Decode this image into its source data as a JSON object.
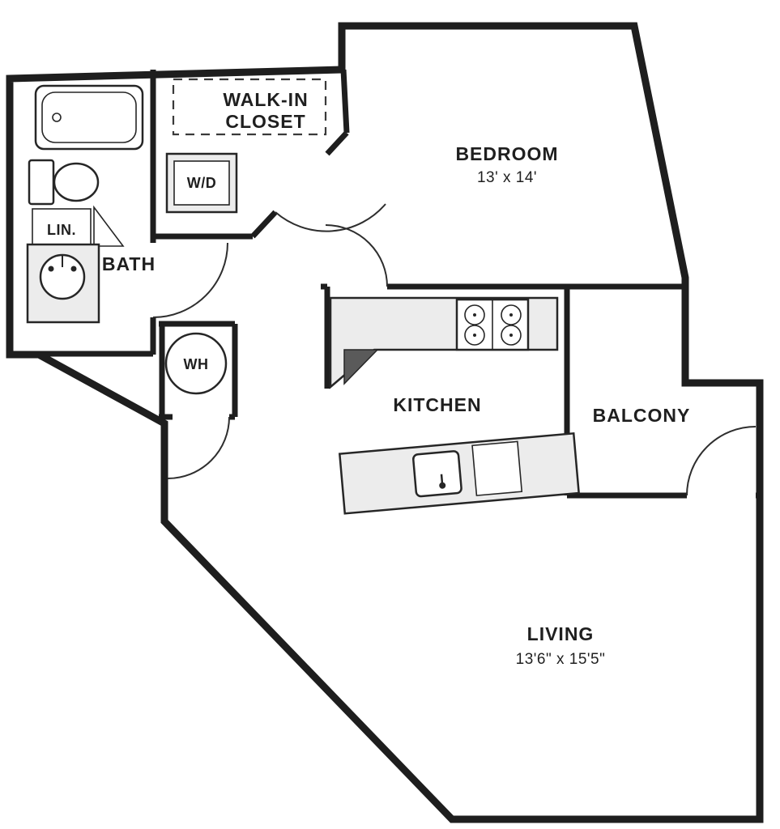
{
  "page": {
    "background": "#ffffff"
  },
  "floorplan": {
    "type": "one-bedroom apartment floor plan",
    "colors": {
      "wall": "#1e1e1e",
      "fixture_fill": "#ececec",
      "text": "#1f1f1f",
      "dark_wedge": "#5a5a5a"
    },
    "rooms": {
      "walk_in_closet": {
        "label_line1": "WALK-IN",
        "label_line2": "CLOSET"
      },
      "bedroom": {
        "label": "BEDROOM",
        "dimensions": "13' x 14'"
      },
      "bath": {
        "label": "BATH"
      },
      "linen": {
        "label": "LIN."
      },
      "washer_dryer": {
        "label": "W/D"
      },
      "water_heater": {
        "label": "WH"
      },
      "kitchen": {
        "label": "KITCHEN"
      },
      "balcony": {
        "label": "BALCONY"
      },
      "living": {
        "label": "LIVING",
        "dimensions": "13'6\" x 15'5\""
      }
    }
  }
}
